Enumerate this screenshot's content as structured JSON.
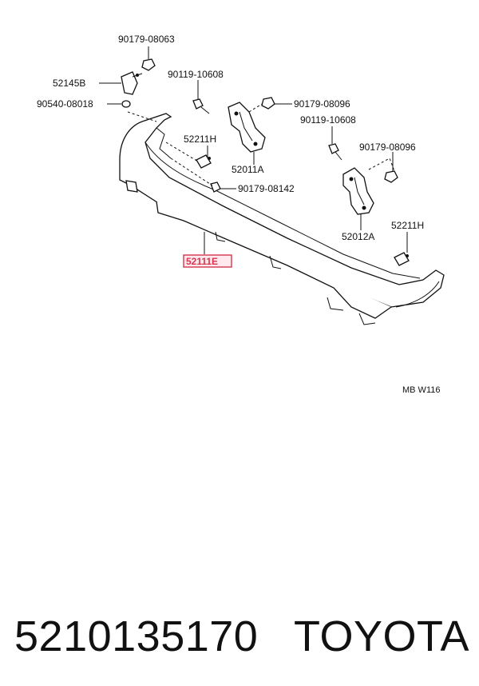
{
  "diagram": {
    "labels": {
      "nut_top": "90179-08063",
      "bracket_left": "52145B",
      "washer": "90540-08018",
      "bolt_center": "90119-10608",
      "nut_center": "90179-08096",
      "spacer_left": "52211H",
      "stay_left": "52011A",
      "nut_lower": "90179-08142",
      "bolt_right": "90119-10608",
      "nut_right": "90179-08096",
      "stay_right": "52012A",
      "spacer_right": "52211H",
      "bumper": "52111E"
    },
    "figure_code": "MB W116"
  },
  "footer": {
    "part_number": "5210135170",
    "brand": "TOYOTA"
  },
  "colors": {
    "highlight": "#d4374f",
    "line": "#111111"
  }
}
